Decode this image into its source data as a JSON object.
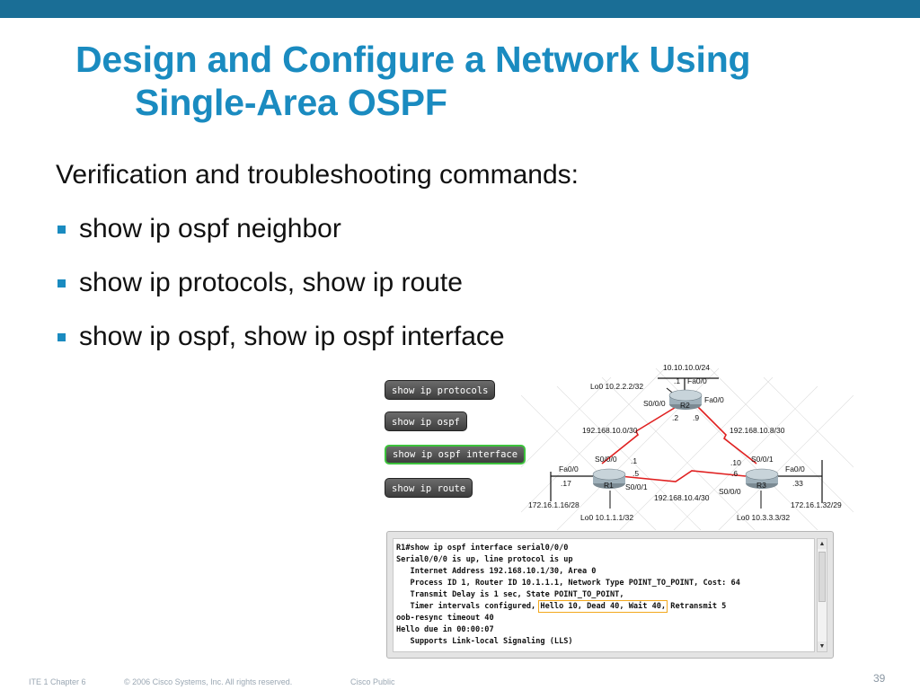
{
  "slide": {
    "title_line1": "Design and Configure a Network Using",
    "title_line2": "Single-Area OSPF",
    "intro": "Verification and troubleshooting commands:",
    "bullets": [
      "show ip ospf neighbor",
      "show ip protocols, show ip route",
      "show ip ospf, show ip ospf interface"
    ]
  },
  "command_buttons": [
    {
      "label": "show ip protocols",
      "active": false
    },
    {
      "label": "show ip ospf",
      "active": false
    },
    {
      "label": "show ip ospf interface",
      "active": true
    },
    {
      "label": "show ip route",
      "active": false
    }
  ],
  "topology": {
    "routers": [
      {
        "name": "R1"
      },
      {
        "name": "R2"
      },
      {
        "name": "R3"
      }
    ],
    "labels": {
      "r2_lan": "10.10.10.0/24",
      "r2_lan_host": ".1",
      "r2_fa": "Fa0/0",
      "r2_lo": "Lo0 10.2.2.2/32",
      "r2_s000": "S0/0/0",
      "r2_fa2": "Fa0/0",
      "r2_h2": ".2",
      "r2_h9": ".9",
      "net_r1r2": "192.168.10.0/30",
      "net_r2r3": "192.168.10.8/30",
      "r1_s000": "S0/0/0",
      "r1_h1": ".1",
      "r1_fa": "Fa0/0",
      "r1_h17": ".17",
      "r1_h5": ".5",
      "r1_s001": "S0/0/1",
      "r1_lan": "172.16.1.16/28",
      "r1_lo": "Lo0 10.1.1.1/32",
      "net_r1r3": "192.168.10.4/30",
      "r3_s001": "S0/0/1",
      "r3_h10": ".10",
      "r3_h6": ".6",
      "r3_fa": "Fa0/0",
      "r3_h33": ".33",
      "r3_s000": "S0/0/0",
      "r3_lan": "172.16.1.32/29",
      "r3_lo": "Lo0 10.3.3.3/32"
    }
  },
  "terminal": {
    "lines": [
      "R1#show ip ospf interface serial0/0/0",
      "Serial0/0/0 is up, line protocol is up",
      "   Internet Address 192.168.10.1/30, Area 0",
      "   Process ID 1, Router ID 10.1.1.1, Network Type POINT_TO_POINT, Cost: 64",
      "   Transmit Delay is 1 sec, State POINT_TO_POINT,",
      "   Timer intervals configured, ",
      "oob-resync timeout 40",
      "Hello due in 00:00:07",
      "   Supports Link-local Signaling (LLS)"
    ],
    "highlight": "Hello 10, Dead 40, Wait 40,",
    "after_highlight": " Retransmit 5"
  },
  "footer": {
    "course": "ITE 1 Chapter 6",
    "copyright": "© 2006 Cisco Systems, Inc. All rights reserved.",
    "classification": "Cisco Public",
    "page": "39"
  },
  "colors": {
    "topbar": "#1a6e96",
    "title": "#1a8bc0",
    "bullet": "#1a8bc0",
    "active_button": "#3cc23c",
    "serial_link": "#e02020",
    "highlight": "#f2a81d"
  }
}
